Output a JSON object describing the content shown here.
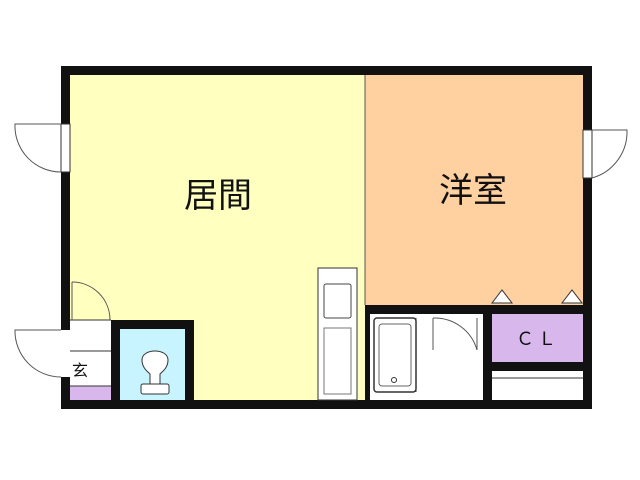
{
  "labels": {
    "living": "居間",
    "western": "洋室",
    "closet": "ＣＬ",
    "entrance": "玄"
  },
  "colors": {
    "living": "#ffffc0",
    "western": "#ffd0a0",
    "closet": "#d8b8ec",
    "toilet": "#c8f4ff",
    "wall": "#111111"
  }
}
